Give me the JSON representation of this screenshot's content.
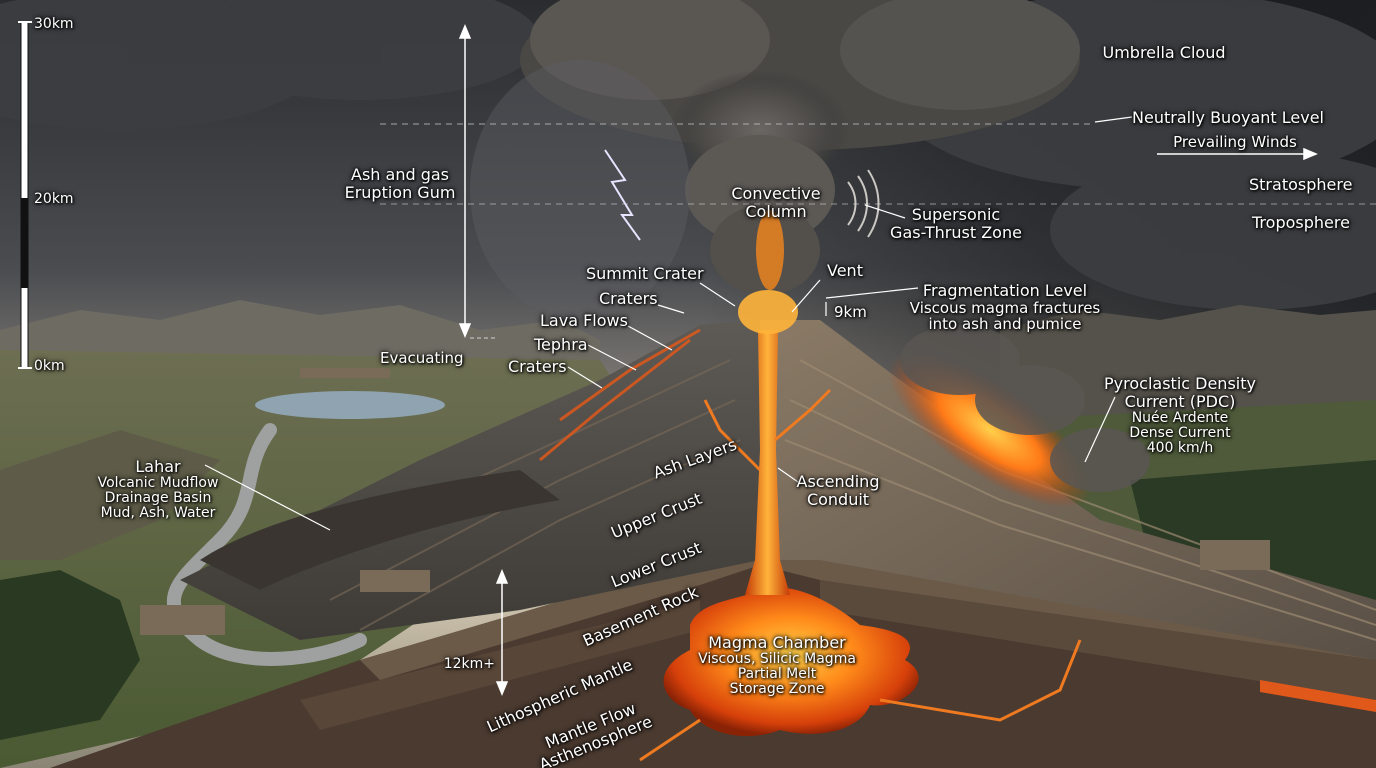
{
  "scale": {
    "top": "30km",
    "mid": "20km",
    "bottom": "0km"
  },
  "atmosphere": {
    "umbrella": "Umbrella Cloud",
    "neutral": "Neutrally Buoyant Level",
    "winds": "Prevailing Winds",
    "strato": "Stratosphere",
    "tropo": "Troposphere"
  },
  "column": {
    "ash_gas_1": "Ash and gas",
    "ash_gas_2": "Eruption Gum",
    "convective_1": "Convective",
    "convective_2": "Column",
    "supersonic_1": "Supersonic",
    "supersonic_2": "Gas-Thrust Zone"
  },
  "summit": {
    "summit_crater": "Summit Crater",
    "craters_1": "Craters",
    "lava_flows": "Lava Flows",
    "tephra": "Tephra",
    "craters_2": "Craters",
    "vent": "Vent",
    "depth": "9km"
  },
  "fragmentation": {
    "title": "Fragmentation Level",
    "line2": "Viscous magma fractures",
    "line3": "into ash and pumice"
  },
  "evacuating": "Evacuating",
  "pdc": {
    "line1": "Pyroclastic Density",
    "line2": "Current (PDC)",
    "line3": "Nuée Ardente",
    "line4": "Dense Current",
    "line5": "400 km/h"
  },
  "lahar": {
    "line1": "Lahar",
    "line2": "Volcanic Mudflow",
    "line3": "Drainage Basin",
    "line4": "Mud, Ash, Water"
  },
  "layers": {
    "ash": "Ash Layers",
    "upper": "Upper Crust",
    "lower": "Lower Crust",
    "basement": "Basement Rock",
    "litho": "Lithospheric Mantle",
    "mantle_flow": "Mantle Flow",
    "astheno": "Asthenosphere"
  },
  "conduit": {
    "line1": "Ascending",
    "line2": "Conduit"
  },
  "chamber": {
    "title": "Magma Chamber",
    "line2": "Viscous, Silicic Magma",
    "line3": "Partial Melt",
    "line4": "Storage Zone"
  },
  "depth_scale": "12km+"
}
